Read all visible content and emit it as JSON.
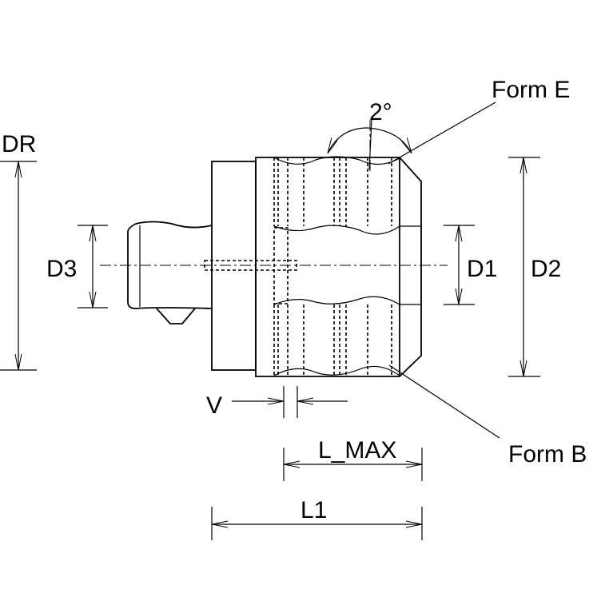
{
  "labels": {
    "form_e": "Form E",
    "form_b": "Form B",
    "angle": "2°",
    "dr": "DR",
    "d3": "D3",
    "d1": "D1",
    "d2": "D2",
    "v": "V",
    "l_max": "L_MAX",
    "l1": "L1"
  }
}
